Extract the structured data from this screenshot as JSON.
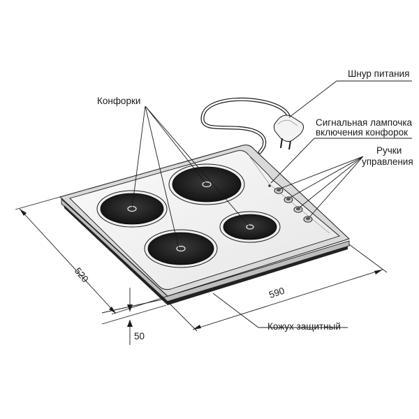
{
  "labels": {
    "cord": "Шнур питания",
    "lamp_line1": "Сигнальная лампочка",
    "lamp_line2": "включения конфорок",
    "knobs_line1": "Ручки",
    "knobs_line2": "управления",
    "burners": "Конфорки",
    "casing": "Кожух защитный"
  },
  "dimensions": {
    "depth": "520",
    "width": "590",
    "height": "50"
  },
  "colors": {
    "line": "#1a1a1a",
    "panel": "#f3f3f3",
    "frame": "#d9d9d9",
    "burner": "#1c1c1c",
    "burner_ring": "#e8e8e8"
  }
}
